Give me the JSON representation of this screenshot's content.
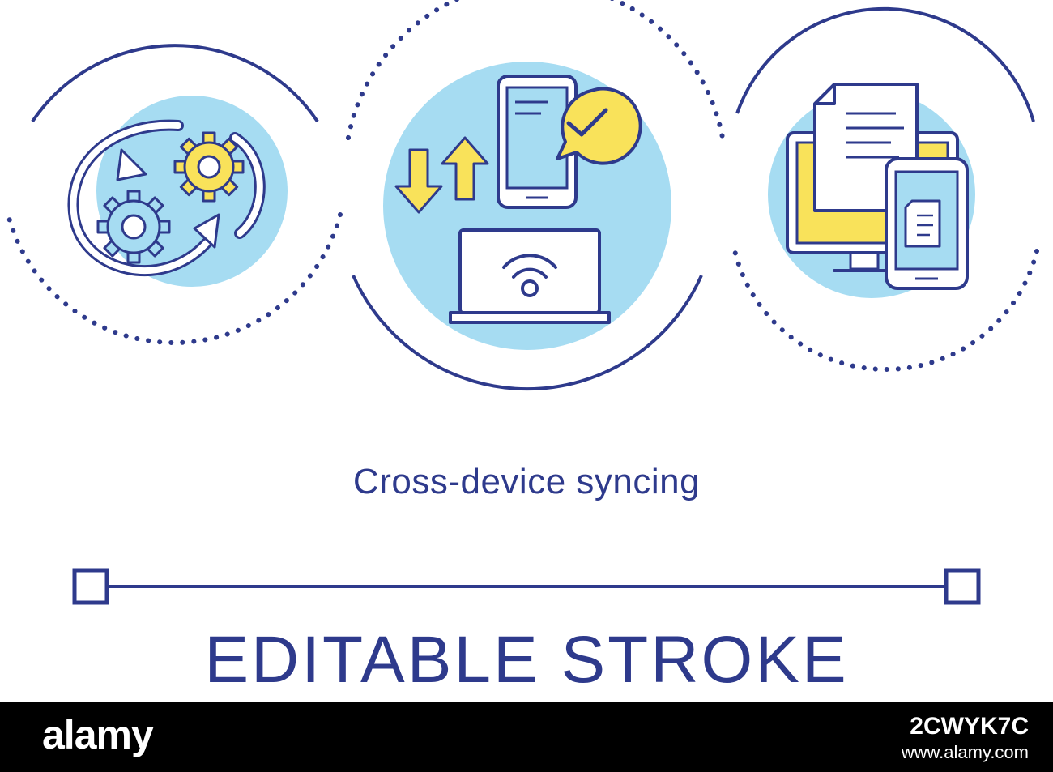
{
  "title": "Cross-device syncing",
  "label": "EDITABLE STROKE",
  "footer": {
    "brand": "alamy",
    "image_id": "2CWYK7C",
    "url": "www.alamy.com"
  },
  "icons": [
    "gears-sync-icon",
    "phone-laptop-sync-icon",
    "documents-devices-icon"
  ],
  "colors": {
    "stroke": "#2e3a8c",
    "circle_fill": "#a6dcf2",
    "accent_yellow": "#f9e25a",
    "background": "#ffffff",
    "footer_bg": "#000000"
  }
}
